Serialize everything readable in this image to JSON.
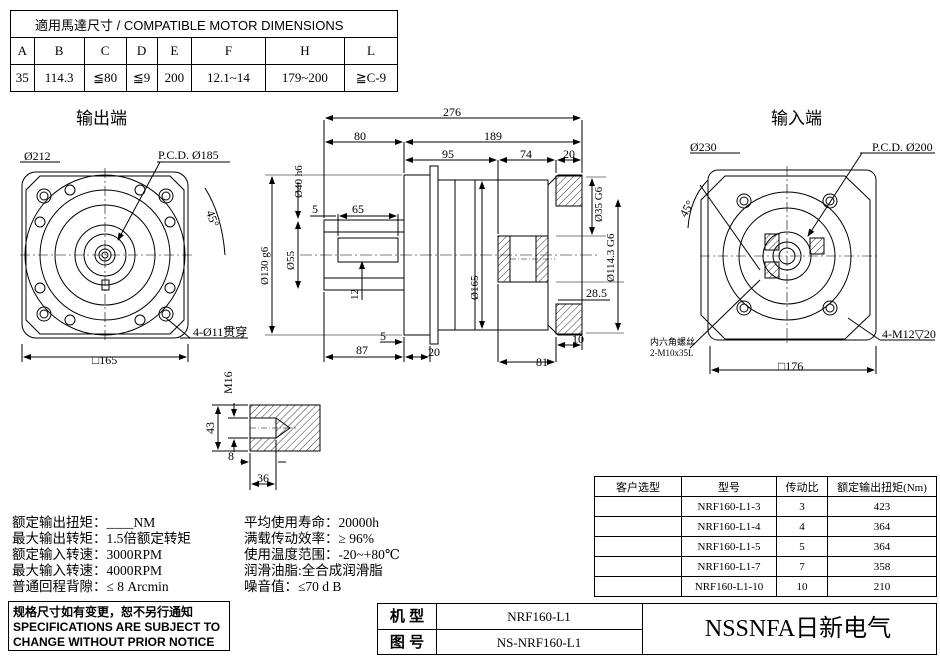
{
  "compat_table": {
    "caption": "適用馬達尺寸 / COMPATIBLE MOTOR DIMENSIONS",
    "headers": [
      "A",
      "B",
      "C",
      "D",
      "E",
      "F",
      "H",
      "L"
    ],
    "values": [
      "35",
      "114.3",
      "≦80",
      "≦9",
      "200",
      "12.1~14",
      "179~200",
      "≧C-9"
    ]
  },
  "views": {
    "output_title": "输出端",
    "input_title": "输入端"
  },
  "output_view": {
    "d212": "Ø212",
    "pcd": "P.C.D. Ø185",
    "angle": "45°",
    "holes": "4-Ø11贯穿",
    "square": "□165"
  },
  "side_view": {
    "d276": "276",
    "d80": "80",
    "d189": "189",
    "d95": "95",
    "d74": "74",
    "d20top": "20",
    "d5a": "5",
    "d65": "65",
    "d40": "Ø40 h6",
    "d130": "Ø130 g6",
    "d55": "Ø55",
    "d12": "12",
    "d165": "Ø165",
    "d35": "Ø35 G6",
    "d114": "Ø114.3 G6",
    "d285": "28.5",
    "d5b": "5",
    "d87": "87",
    "d20b": "20",
    "d10": "10",
    "d81": "81"
  },
  "input_view": {
    "d230": "Ø230",
    "pcd": "P.C.D. Ø200",
    "angle": "45°",
    "screw_note_1": "内六角螺丝",
    "screw_note_2": "2-M10x35L",
    "tapped": "4-M12▽20",
    "square": "□176"
  },
  "detail_view": {
    "m16": "M16",
    "d43": "43",
    "d8": "8",
    "d36": "36"
  },
  "specs_left": [
    {
      "label": "额定输出扭矩：",
      "value": "____NM"
    },
    {
      "label": "最大输出转矩：",
      "value": "1.5倍额定转矩"
    },
    {
      "label": "额定输入转速：",
      "value": "3000RPM"
    },
    {
      "label": "最大输入转速：",
      "value": "4000RPM"
    },
    {
      "label": "普通回程背隙：",
      "value": "≤ 8 Arcmin"
    }
  ],
  "specs_right": [
    {
      "label": "平均使用寿命：",
      "value": "20000h"
    },
    {
      "label": "满载传动效率：",
      "value": "≥  96%"
    },
    {
      "label": "使用温度范围：",
      "value": "-20~+80℃"
    },
    {
      "label": "润滑油脂:",
      "value": "全合成润滑脂"
    },
    {
      "label": "噪音值",
      "value": "：≤70 d B"
    }
  ],
  "model_table": {
    "headers": [
      "客户选型",
      "型号",
      "传动比",
      "额定输出扭矩(Nm)"
    ],
    "rows": [
      [
        "",
        "NRF160-L1-3",
        "3",
        "423"
      ],
      [
        "",
        "NRF160-L1-4",
        "4",
        "364"
      ],
      [
        "",
        "NRF160-L1-5",
        "5",
        "364"
      ],
      [
        "",
        "NRF160-L1-7",
        "7",
        "358"
      ],
      [
        "",
        "NRF160-L1-10",
        "10",
        "210"
      ]
    ]
  },
  "notice": {
    "cn": "规格尺寸如有变更，恕不另行通知",
    "en1": "SPECIFICATIONS ARE SUBJECT TO",
    "en2": "CHANGE WITHOUT PRIOR NOTICE"
  },
  "title_block": {
    "model_label": "机 型",
    "model_value": "NRF160-L1",
    "drawing_label": "图 号",
    "drawing_value": "NS-NRF160-L1",
    "company": "NSSNFA日新电气"
  }
}
